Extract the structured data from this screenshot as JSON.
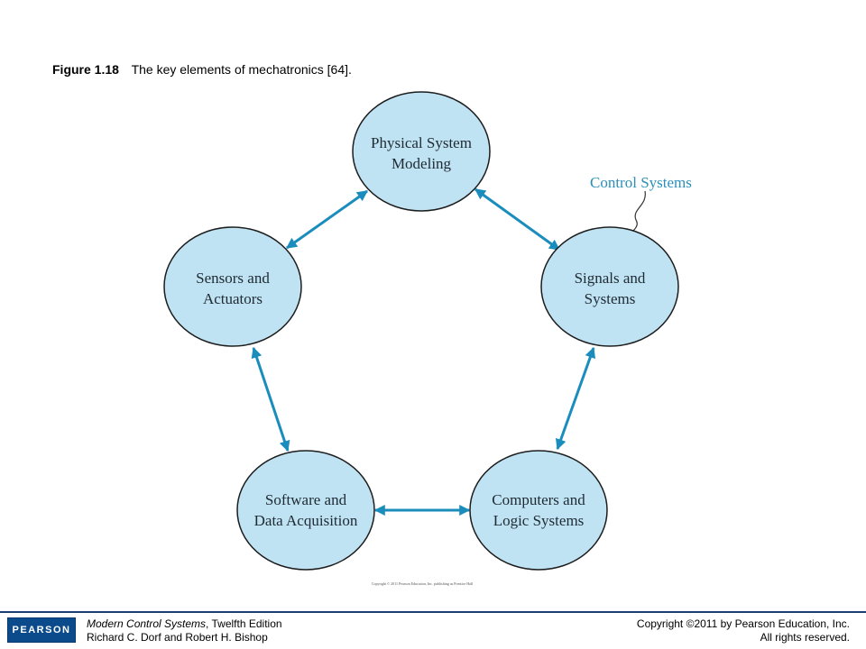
{
  "caption": {
    "figure_number": "Figure 1.18",
    "text": "The key elements of mechatronics [64]."
  },
  "diagram": {
    "nodes": {
      "physical": {
        "line1": "Physical System",
        "line2": "Modeling"
      },
      "signals": {
        "line1": "Signals and",
        "line2": "Systems"
      },
      "computers": {
        "line1": "Computers and",
        "line2": "Logic Systems"
      },
      "software": {
        "line1": "Software and",
        "line2": "Data Acquisition"
      },
      "sensors": {
        "line1": "Sensors and",
        "line2": "Actuators"
      }
    },
    "callout": "Control Systems",
    "image_copyright": "Copyright © 2011 Pearson Education, Inc. publishing as Prentice Hall",
    "colors": {
      "node_fill": "#bfe3f3",
      "node_stroke": "#1d1d1d",
      "arrow": "#1a8dbd",
      "callout_text": "#2b8fb8"
    }
  },
  "footer": {
    "logo": "PEARSON",
    "book_title": "Modern Control Systems",
    "edition": ", Twelfth Edition",
    "authors": "Richard C. Dorf and Robert H. Bishop",
    "copyright": "Copyright ©2011 by Pearson Education, Inc.",
    "rights": "All rights reserved."
  }
}
